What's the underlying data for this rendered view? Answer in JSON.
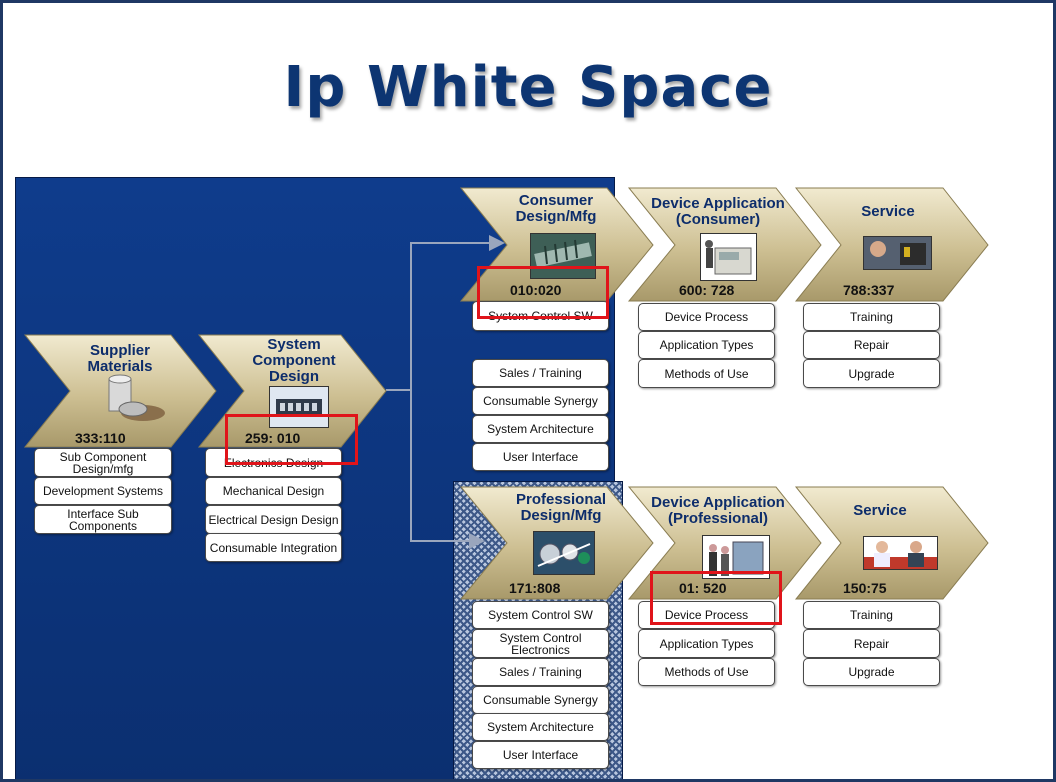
{
  "title": "Ip White Space",
  "stages": {
    "supplier": {
      "label": "Supplier Materials",
      "code": "333:110"
    },
    "system_component": {
      "label": "System Component Design",
      "code": "259: 010"
    },
    "consumer_design": {
      "label": "Consumer Design/Mfg",
      "code": "010:020"
    },
    "device_app_consumer": {
      "label": "Device Application (Consumer)",
      "code": "600: 728"
    },
    "service_consumer": {
      "label": "Service",
      "code": "788:337"
    },
    "professional_design": {
      "label": "Professional Design/Mfg",
      "code": "171:808"
    },
    "device_app_professional": {
      "label": "Device Application (Professional)",
      "code": "01: 520"
    },
    "service_professional": {
      "label": "Service",
      "code": "150:75"
    }
  },
  "lists": {
    "supplier": [
      "Sub Component Design/mfg",
      "Development  Systems",
      "Interface Sub Components"
    ],
    "system_component": [
      "Electronics Design",
      "Mechanical Design",
      "Electrical Design Design",
      "Consumable Integration"
    ],
    "consumer_design": [
      "System Control SW",
      "Sales / Training",
      "Consumable  Synergy",
      "System Architecture",
      "User Interface"
    ],
    "device_app_consumer": [
      "Device Process",
      "Application Types",
      "Methods  of Use"
    ],
    "service_consumer": [
      "Training",
      "Repair",
      "Upgrade"
    ],
    "professional_design": [
      "System Control SW",
      "System Control Electronics",
      "Sales / Training",
      "Consumable  Synergy",
      "System Architecture",
      "User Interface"
    ],
    "device_app_professional": [
      "Device Process",
      "Application Types",
      "Methods  of Use"
    ],
    "service_professional": [
      "Training",
      "Repair",
      "Upgrade"
    ]
  },
  "colors": {
    "title": "#0d3572",
    "panel": "#0f3c8c",
    "chevron": "#c9bc8c",
    "highlight": "#e0141a"
  },
  "icons": [
    "materials-icon",
    "circuit-board-icon",
    "printhead-icon",
    "printer-machine-icon",
    "technician-icon",
    "rollers-icon",
    "people-at-machine-icon",
    "service-meeting-icon"
  ]
}
